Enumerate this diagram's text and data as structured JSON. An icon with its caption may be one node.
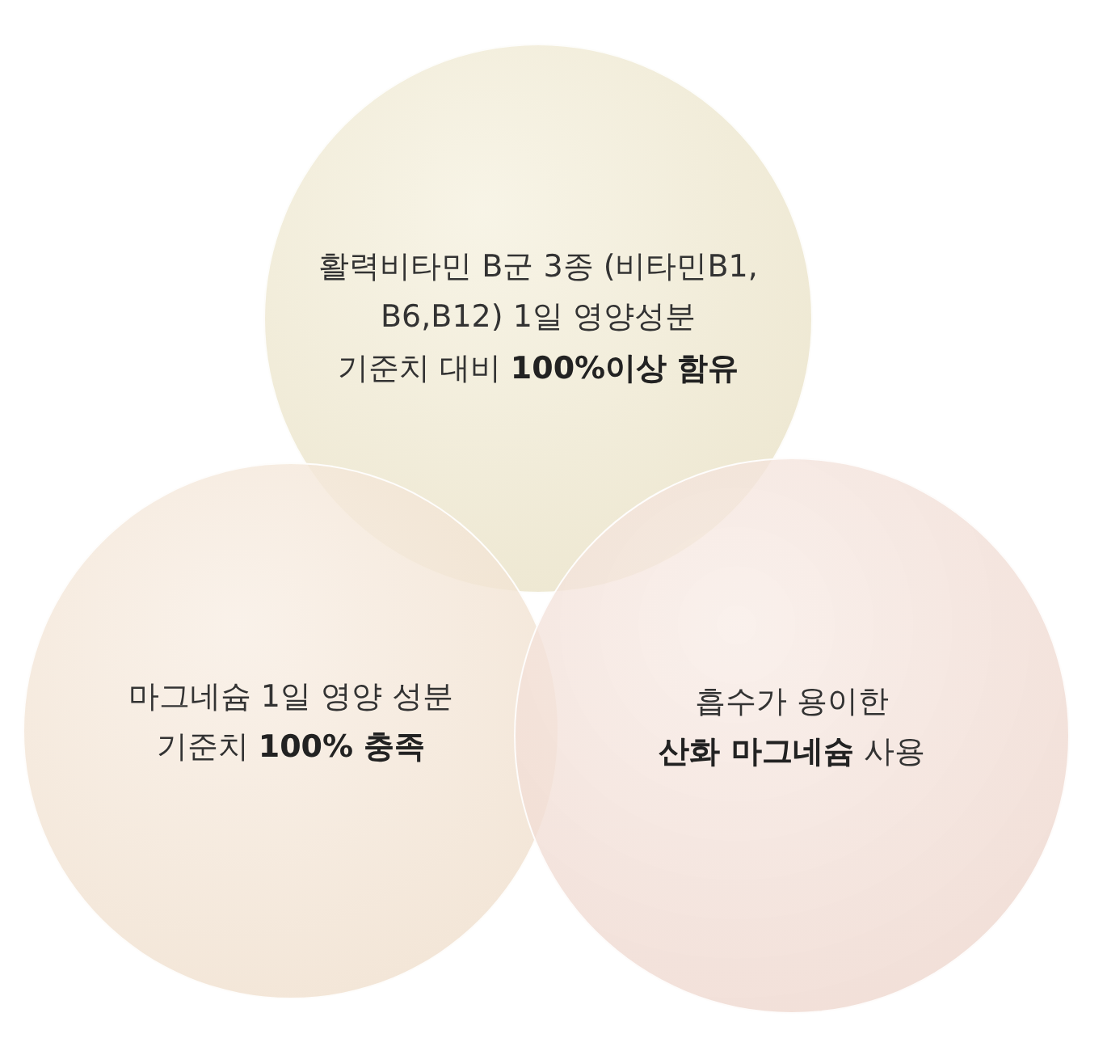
{
  "diagram": {
    "nodes": [
      {
        "text": [
          "활력비타민 B군 3종 (비타민B1, B6,B12) 1일 영양성분 기준치 대비 **100%이상 함유**"
        ]
      },
      {
        "text": [
          "마그네슘 1일 영양 성분 기준치 **100% 충족**"
        ]
      },
      {
        "text": [
          "흡수가 용이한 **산화 마그네슘** 사용"
        ]
      }
    ]
  }
}
